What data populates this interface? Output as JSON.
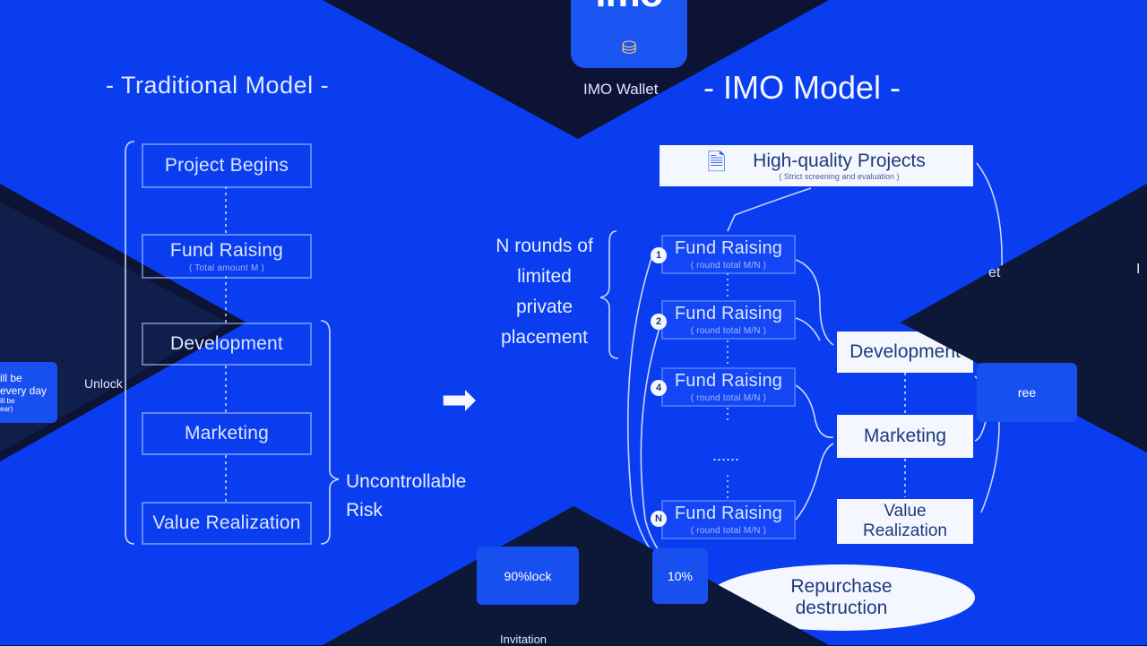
{
  "logo": {
    "text": "imo",
    "app_name": "IMO Wallet"
  },
  "traditional": {
    "title": "- Traditional Model -",
    "steps": [
      {
        "label": "Project Begins",
        "sub": ""
      },
      {
        "label": "Fund Raising",
        "sub": "( Total amount M )"
      },
      {
        "label": "Development",
        "sub": ""
      },
      {
        "label": "Marketing",
        "sub": ""
      },
      {
        "label": "Value Realization",
        "sub": ""
      }
    ],
    "risk_line1": "Uncontrollable",
    "risk_line2": "Risk"
  },
  "arrow_symbol": "➡",
  "imo": {
    "title": "- IMO Model -",
    "projects": {
      "label": "High-quality Projects",
      "sub": "( Strict screening and evaluation )"
    },
    "rounds_label": [
      "N rounds of",
      "limited",
      "private",
      "placement"
    ],
    "fund_rounds": [
      {
        "badge": "1",
        "label": "Fund Raising",
        "sub": "( round total M/N )"
      },
      {
        "badge": "2",
        "label": "Fund Raising",
        "sub": "( round total M/N )"
      },
      {
        "badge": "4",
        "label": "Fund Raising",
        "sub": "( round total M/N )"
      },
      {
        "badge": "N",
        "label": "Fund Raising",
        "sub": "( round total M/N )"
      }
    ],
    "dots": "......",
    "stages": [
      "Development",
      "Marketing",
      "Value Realization"
    ],
    "repurchase": [
      "Repurchase",
      "destruction"
    ]
  },
  "background_ui": {
    "left_card_lines": [
      "ill be",
      "every day",
      "ill be",
      "ear)"
    ],
    "unlock_left": "Unlock",
    "lock90": "90%lock",
    "lock10": "10%",
    "invitation": "Invitation",
    "right_fragment": "et",
    "right_card": "ree",
    "edge_letter": "I"
  },
  "colors": {
    "blue": "#0a3df0",
    "dark": "#0c1335",
    "white_box": "#f4f7ff"
  }
}
